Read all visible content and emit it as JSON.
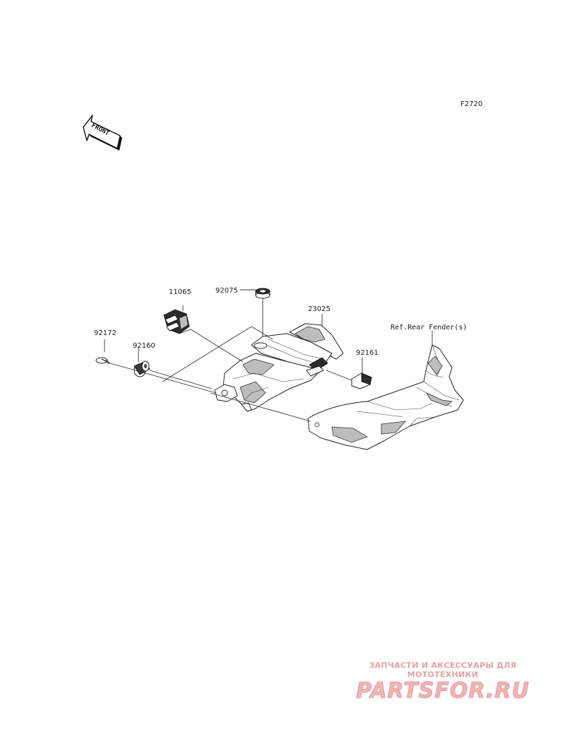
{
  "figure_code": "F2720",
  "front_arrow_label": "FRONT",
  "callouts": {
    "p11065": "11065",
    "p92075": "92075",
    "p23025": "23025",
    "p92172": "92172",
    "p92160": "92160",
    "p92161": "92161",
    "ref_rear_fender": "Ref.Rear Fender(s)"
  },
  "watermark": {
    "tagline": "ЗАПЧАСТИ И АКСЕССУАРЫ ДЛЯ МОТОТЕХНИКИ",
    "brand": "PARTSFOR.RU"
  }
}
